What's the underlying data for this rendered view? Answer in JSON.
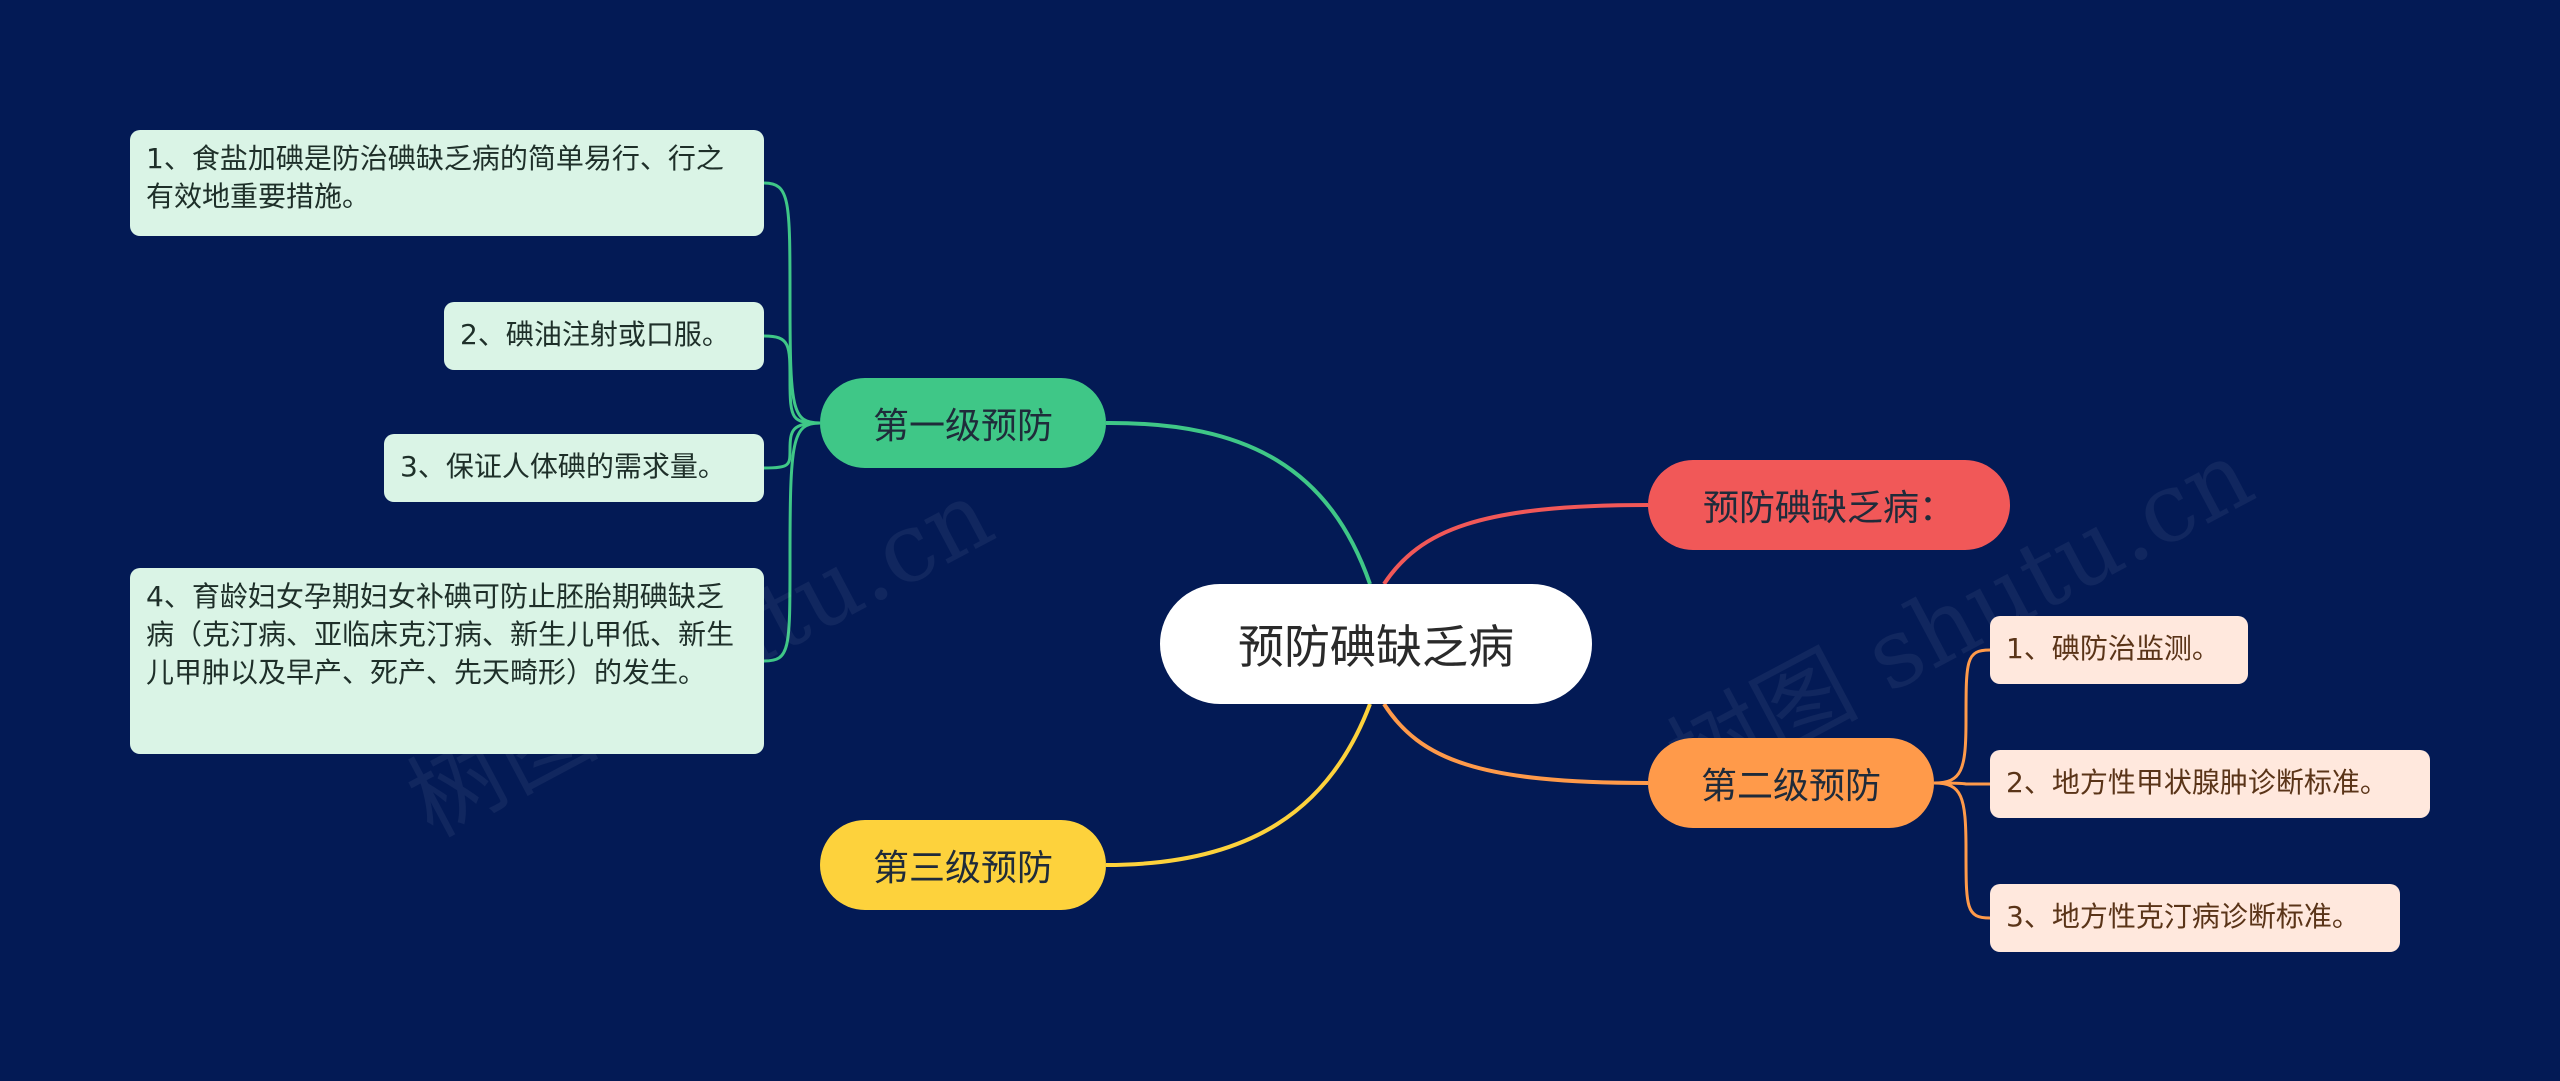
{
  "root": {
    "label": "预防碘缺乏病"
  },
  "branches": {
    "first": {
      "label": "第一级预防",
      "color": "#3fc787"
    },
    "third": {
      "label": "第三级预防",
      "color": "#fdd23c"
    },
    "intro": {
      "label": "预防碘缺乏病：",
      "color": "#f15858"
    },
    "second": {
      "label": "第二级预防",
      "color": "#ff9a4a"
    }
  },
  "first_items": [
    "1、食盐加碘是防治碘缺乏病的简单易行、行之有效地重要措施。",
    "2、碘油注射或口服。",
    "3、保证人体碘的需求量。",
    "4、育龄妇女孕期妇女补碘可防止胚胎期碘缺乏病（克汀病、亚临床克汀病、新生儿甲低、新生儿甲肿以及早产、死产、先天畸形）的发生。"
  ],
  "second_items": [
    "1、碘防治监测。",
    "2、地方性甲状腺肿诊断标准。",
    "3、地方性克汀病诊断标准。"
  ],
  "watermark": "树图 shutu.cn",
  "colors": {
    "background": "#031a55",
    "first_leaf": "#daf4e6",
    "second_leaf": "#ffe8dd"
  }
}
